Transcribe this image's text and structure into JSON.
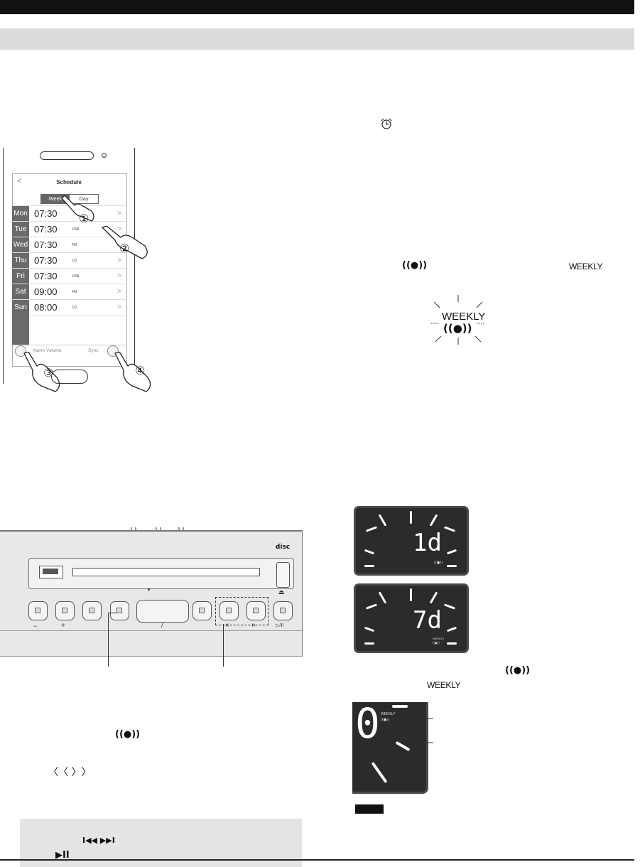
{
  "phone_app": {
    "title": "Schedule",
    "back_icon": "chevron-left-icon",
    "tabs": [
      "Week",
      "Day"
    ],
    "selected_tab": "Week",
    "rows": [
      {
        "day": "Mon",
        "time": "07:30",
        "source": ""
      },
      {
        "day": "Tue",
        "time": "07:30",
        "source": "USB"
      },
      {
        "day": "Wed",
        "time": "07:30",
        "source": "FM"
      },
      {
        "day": "Thu",
        "time": "07:30",
        "source": "CD"
      },
      {
        "day": "Fri",
        "time": "07:30",
        "source": "USB"
      },
      {
        "day": "Sat",
        "time": "09:00",
        "source": "FM"
      },
      {
        "day": "Sun",
        "time": "08:00",
        "source": "CD"
      }
    ],
    "alarm_volume_label": "Alarm Volume",
    "sync_label": "Sync",
    "callouts": [
      "①",
      "②",
      "③",
      "④"
    ]
  },
  "alarm_icon": "alarm-clock-icon",
  "indicator_symbol": "((●))",
  "weekly_label": "WEEKLY",
  "weekly_flash": {
    "label": "WEEKLY",
    "symbol": "((●))"
  },
  "lcd_1": {
    "value": "1d"
  },
  "lcd_2": {
    "value": "7d",
    "label": "WEEKLY"
  },
  "lcd_3": {
    "digit": "0",
    "label": "WEEKLY"
  },
  "device": {
    "minus_label": "−",
    "plus_label": "+",
    "slash_label": "/",
    "rewind_label": "«",
    "forward_label": "»",
    "play_label": "▷/II",
    "eject_icon": "eject-icon",
    "cd_logo": "disc"
  },
  "bottom_symbols": {
    "prev_next": "〈〈 〉〉",
    "skip": "I◀◀ ▶▶I",
    "play_pause": "▶II"
  }
}
